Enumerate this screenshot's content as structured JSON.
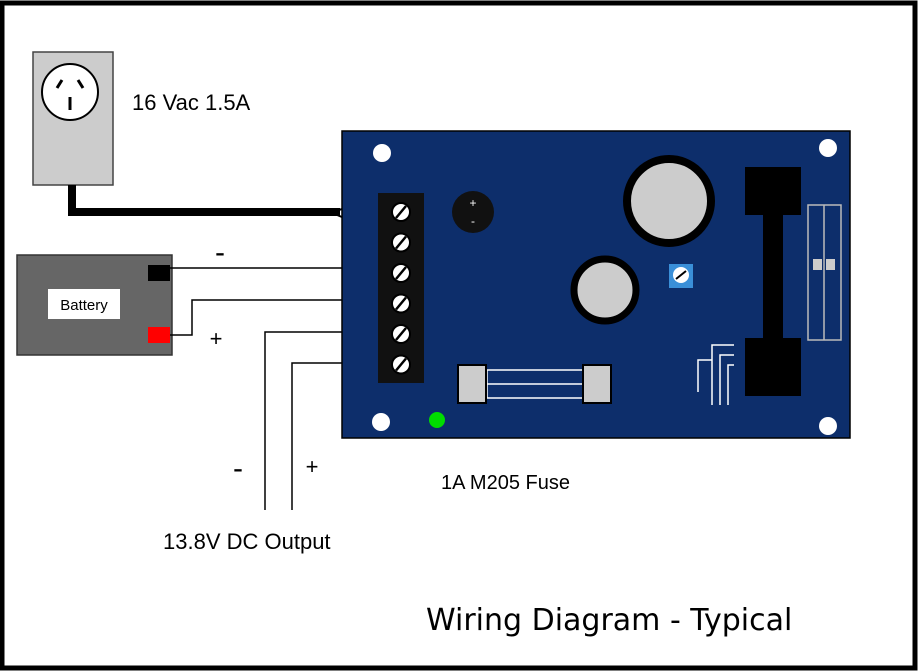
{
  "labels": {
    "adapter_rating": "16 Vac 1.5A",
    "battery": "Battery",
    "battery_negative": "-",
    "battery_positive": "+",
    "output_negative": "-",
    "output_positive": "+",
    "fuse": "1A  M205 Fuse",
    "output": "13.8V DC Output",
    "title": "Wiring Diagram - Typical",
    "capacitor_plus": "+",
    "capacitor_minus": "-"
  },
  "colors": {
    "board": "#0d2e6b",
    "terminal_block": "#111111",
    "battery_body": "#666666",
    "battery_negative_terminal": "#000000",
    "battery_positive_terminal": "#ff0000",
    "adapter_body": "#cccccc",
    "led": "#00dd00",
    "trimpot": "#3a8fd8",
    "inductor": "#000000",
    "capacitor": "#cccccc",
    "fuse_glass": "#cccccc"
  },
  "components": {
    "terminal_screws": 6,
    "icons": [
      "power-outlet-icon",
      "battery-icon",
      "terminal-block-icon",
      "fuse-icon",
      "led-icon",
      "trimpot-icon",
      "capacitor-icon",
      "inductor-icon"
    ]
  }
}
